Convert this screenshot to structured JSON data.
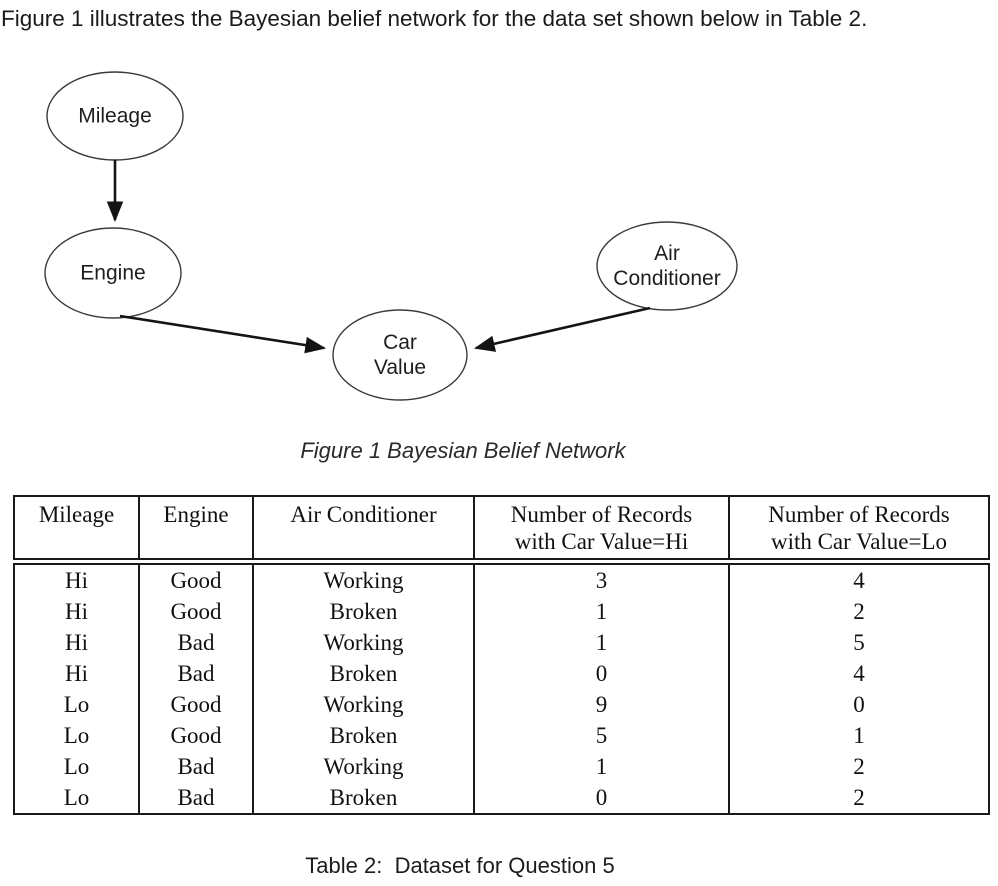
{
  "page": {
    "intro_text": "Figure 1 illustrates the Bayesian belief network for the data set shown below in Table 2.",
    "figure_caption": "Figure 1 Bayesian Belief Network",
    "table_caption": "Table 2:  Dataset for Question 5"
  },
  "diagram": {
    "nodes": [
      {
        "id": "mileage",
        "label": "Mileage"
      },
      {
        "id": "engine",
        "label": "Engine"
      },
      {
        "id": "car-value",
        "label": "Car\nValue"
      },
      {
        "id": "air-conditioner",
        "label": "Air\nConditioner"
      }
    ],
    "edges": [
      {
        "from": "Mileage",
        "to": "Engine"
      },
      {
        "from": "Engine",
        "to": "Car Value"
      },
      {
        "from": "Air Conditioner",
        "to": "Car Value"
      }
    ]
  },
  "table": {
    "headers": [
      "Mileage",
      "Engine",
      "Air Conditioner",
      "Number of Records\nwith Car Value=Hi",
      "Number of Records\nwith Car Value=Lo"
    ],
    "rows": [
      [
        "Hi",
        "Good",
        "Working",
        "3",
        "4"
      ],
      [
        "Hi",
        "Good",
        "Broken",
        "1",
        "2"
      ],
      [
        "Hi",
        "Bad",
        "Working",
        "1",
        "5"
      ],
      [
        "Hi",
        "Bad",
        "Broken",
        "0",
        "4"
      ],
      [
        "Lo",
        "Good",
        "Working",
        "9",
        "0"
      ],
      [
        "Lo",
        "Good",
        "Broken",
        "5",
        "1"
      ],
      [
        "Lo",
        "Bad",
        "Working",
        "1",
        "2"
      ],
      [
        "Lo",
        "Bad",
        "Broken",
        "0",
        "2"
      ]
    ]
  }
}
